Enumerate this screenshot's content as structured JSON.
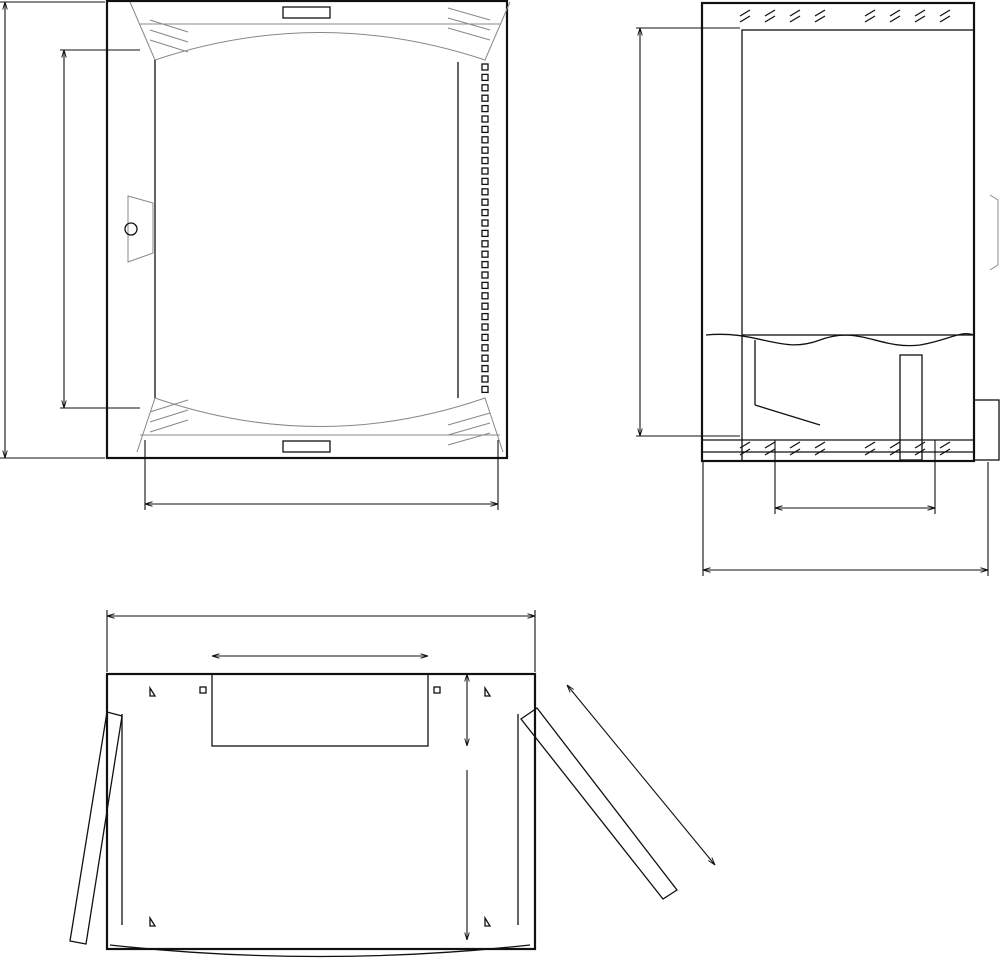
{
  "drawing": {
    "views": [
      "front-view",
      "side-view",
      "top-view"
    ],
    "colors": {
      "line": "#111111",
      "light_line": "#888888",
      "background": "#ffffff"
    }
  }
}
